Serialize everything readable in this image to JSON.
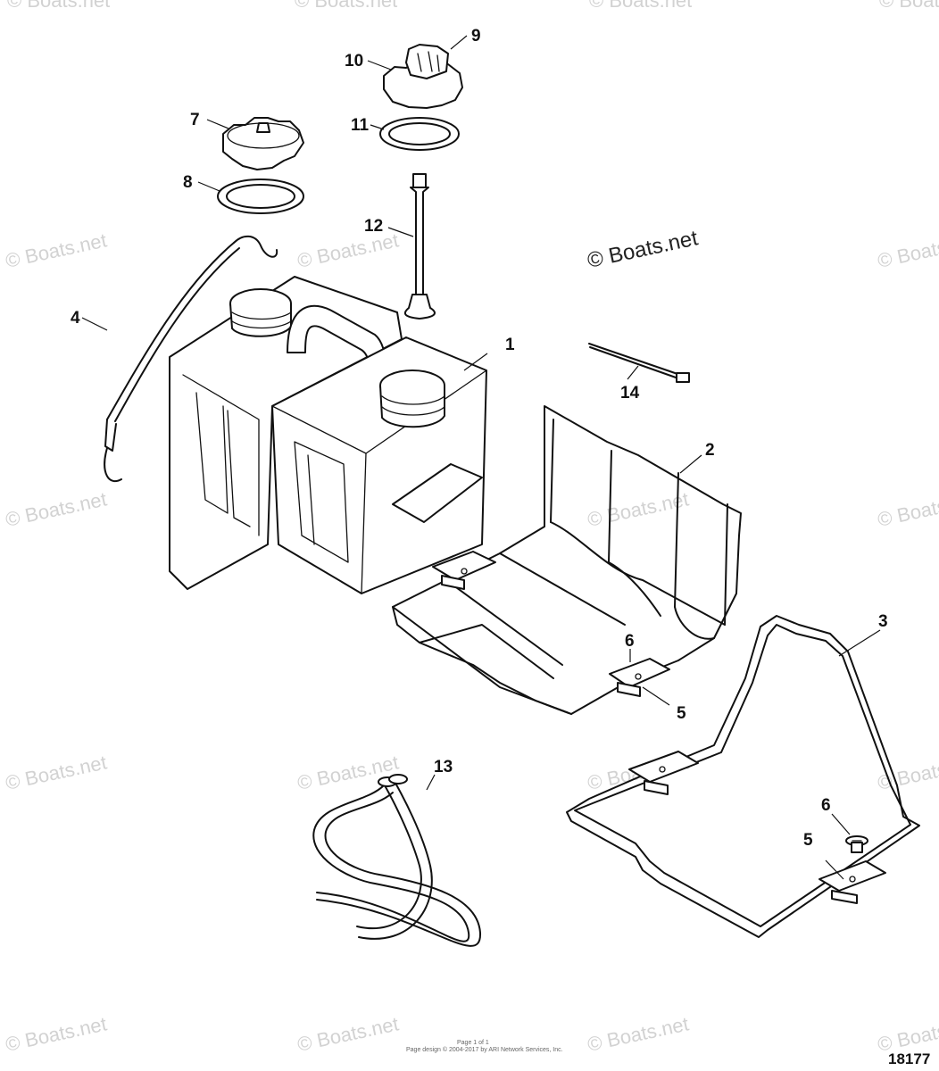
{
  "watermark": "© Boats.net",
  "copyright": "© Boats.net",
  "drawing_number": "18177",
  "footer": {
    "line1": "Page 1 of 1",
    "line2": "Page design © 2004-2017 by ARI Network Services, Inc."
  },
  "callouts": {
    "c1": "1",
    "c2": "2",
    "c3": "3",
    "c4": "4",
    "c5a": "5",
    "c5b": "5",
    "c6a": "6",
    "c6b": "6",
    "c7": "7",
    "c8": "8",
    "c9": "9",
    "c10": "10",
    "c11": "11",
    "c12": "12",
    "c13": "13",
    "c14": "14"
  }
}
